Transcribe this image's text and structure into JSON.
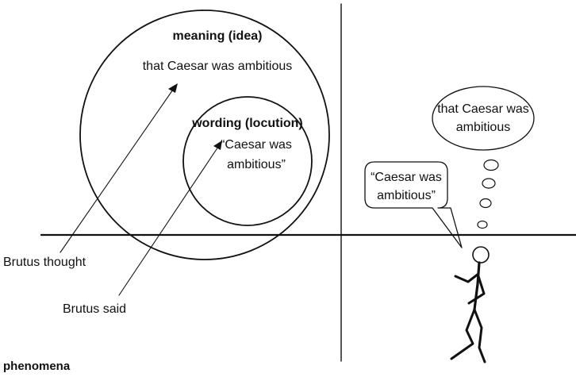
{
  "outer_circle": {
    "title": "meaning (idea)",
    "text": "that Caesar was ambitious"
  },
  "inner_circle": {
    "title": "wording (locution)",
    "text_line1": "“Caesar was",
    "text_line2": "ambitious”"
  },
  "labels": {
    "thought": "Brutus thought",
    "said": "Brutus said",
    "phenomena": "phenomena"
  },
  "thought_bubble": {
    "line1": "that Caesar was",
    "line2": "ambitious"
  },
  "speech_bubble": {
    "line1": "“Caesar was",
    "line2": "ambitious”"
  }
}
